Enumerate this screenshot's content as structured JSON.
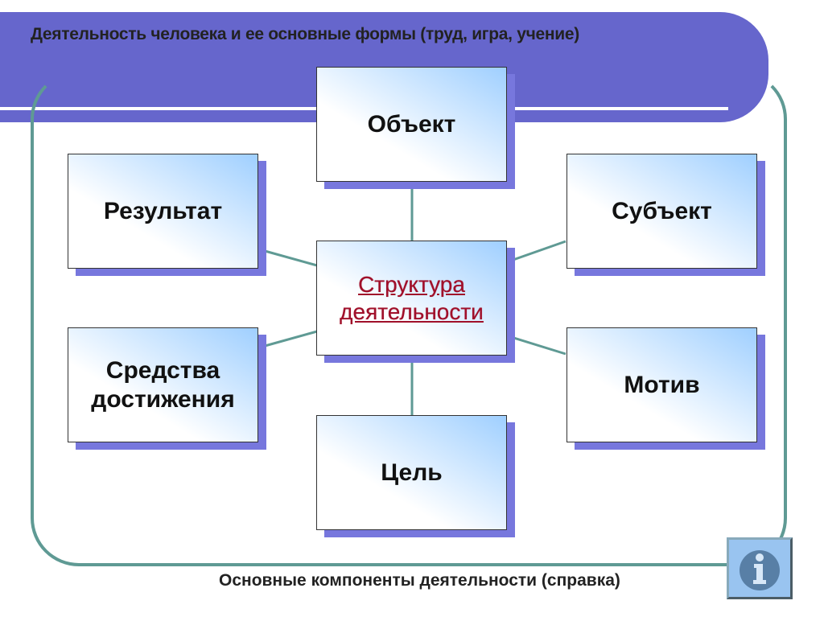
{
  "header": {
    "title": "Деятельность человека и ее основные формы (труд, игра, учение)"
  },
  "diagram": {
    "center": "Структура деятельности",
    "nodes": {
      "object": "Объект",
      "result": "Результат",
      "subject": "Субъект",
      "means": "Средства достижения",
      "motive": "Мотив",
      "goal": "Цель"
    }
  },
  "footer": {
    "caption": "Основные компоненты деятельности (справка)",
    "info_icon": "info-icon"
  },
  "colors": {
    "banner": "#6666cc",
    "frame": "#5f9a94",
    "center_text": "#a0102a"
  }
}
